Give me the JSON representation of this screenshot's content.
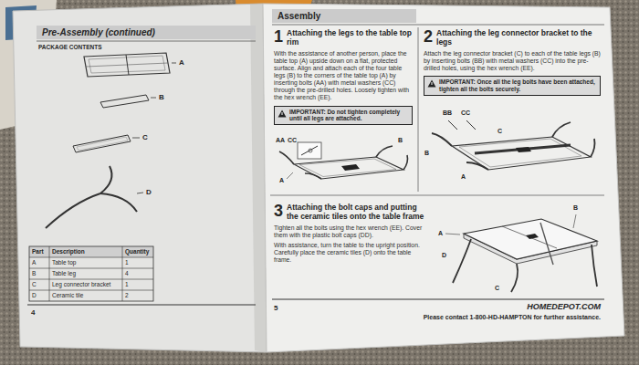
{
  "diagram": {
    "nodes": [
      {
        "text": [
          "Pre-Assembly (continued)"
        ]
      },
      {
        "text": [
          "Assembly"
        ]
      },
      {
        "text": [
          "IMPORTANT: Do not tighten completely until all legs are attached."
        ]
      },
      {
        "text": [
          "IMPORTANT: Once all the leg bolts have been attached, tighten all the bolts securely."
        ]
      }
    ],
    "labels": [
      "PACKAGE CONTENTS",
      "A",
      "B",
      "C",
      "D",
      "Part",
      "Description",
      "Quantity",
      "A",
      "Table top",
      "1",
      "B",
      "Table leg",
      "4",
      "C",
      "Leg connector bracket",
      "1",
      "D",
      "Ceramic tile",
      "2",
      "4",
      "1",
      "Attaching the legs to the table top rim",
      "With the assistance of another person, place the table top (A) upside down on a flat, protected surface. Align and attach each of the four table legs (B) to the corners of the table top (A) by inserting bolts (AA) with metal washers (CC) through the pre-drilled holes. Loosely tighten with the hex wrench (EE).",
      "AA",
      "CC",
      "B",
      "A",
      "2",
      "Attaching the leg connector bracket to the legs",
      "Attach the leg connector bracket (C) to each of the table legs (B) by inserting bolts (BB) with metal washers (CC) into the pre-drilled holes, using the hex wrench (EE).",
      "BB",
      "CC",
      "C",
      "B",
      "A",
      "3",
      "Attaching the bolt caps and putting the ceramic tiles onto the table frame",
      "Tighten all the bolts using the hex wrench (EE). Cover them with the plastic bolt caps (DD).",
      "With assistance, turn the table to the upright position. Carefully place the ceramic tiles (D) onto the table frame.",
      "B",
      "A",
      "D",
      "C",
      "5",
      "HOMEDEPOT.COM",
      "Please contact 1-800-HD-HAMPTON for further assistance."
    ]
  }
}
